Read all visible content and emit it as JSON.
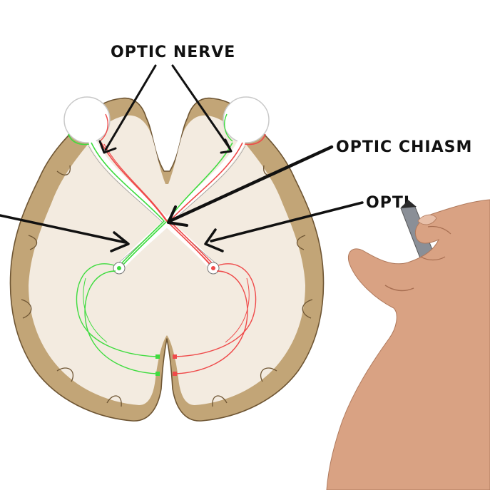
{
  "labels": {
    "optic_nerve": "OPTIC NERVE",
    "optic_chiasm": "OPTIC CHIASM",
    "optic_partial": "OPTI"
  },
  "colors": {
    "brain_fill": "#f3ebe0",
    "cortex": "#c2a577",
    "cortex_outline": "#6e5533",
    "left_pathway": "#3fdc3f",
    "right_pathway": "#ef4a4a",
    "ink": "#111111",
    "skin": "#d9a283",
    "marker_body": "#8a8f97"
  },
  "icons": {
    "hand": "hand-holding-marker",
    "marker": "marker-pen"
  }
}
